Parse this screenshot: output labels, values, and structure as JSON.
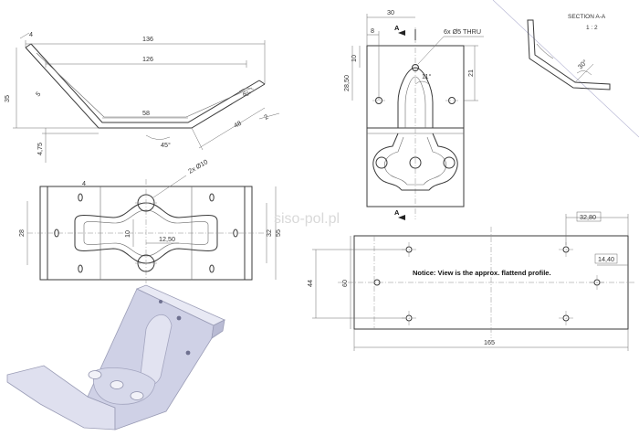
{
  "front_view": {
    "dims": {
      "d136": "136",
      "d126": "126",
      "d58": "58",
      "d4": "4",
      "d5": "5",
      "d35": "35",
      "d475": "4,75",
      "d45deg": "45°",
      "d48": "48",
      "d2": "2",
      "d60deg": "60°"
    }
  },
  "top_view": {
    "dims": {
      "holes": "2x  Ø10",
      "d4": "4",
      "d28": "28",
      "d10": "10",
      "d1250": "12,50",
      "d32": "32",
      "d55": "55"
    }
  },
  "side_view": {
    "dims": {
      "d30": "30",
      "d8": "8",
      "holes": "6x  Ø5 THRU",
      "d10": "10",
      "d2850": "28,50",
      "d11deg": "11°",
      "d21": "21",
      "sec_a_top": "A",
      "sec_a_bottom": "A"
    }
  },
  "section": {
    "title": "SECTION A-A",
    "scale": "1 : 2",
    "angle": "30°"
  },
  "flat": {
    "dims": {
      "d3280": "32,80",
      "d1440": "14,40",
      "d44": "44",
      "d60": "60",
      "d165": "165"
    },
    "notice": "Notice: View is the approx. flattend profile."
  },
  "watermark": "siso-pol.pl"
}
